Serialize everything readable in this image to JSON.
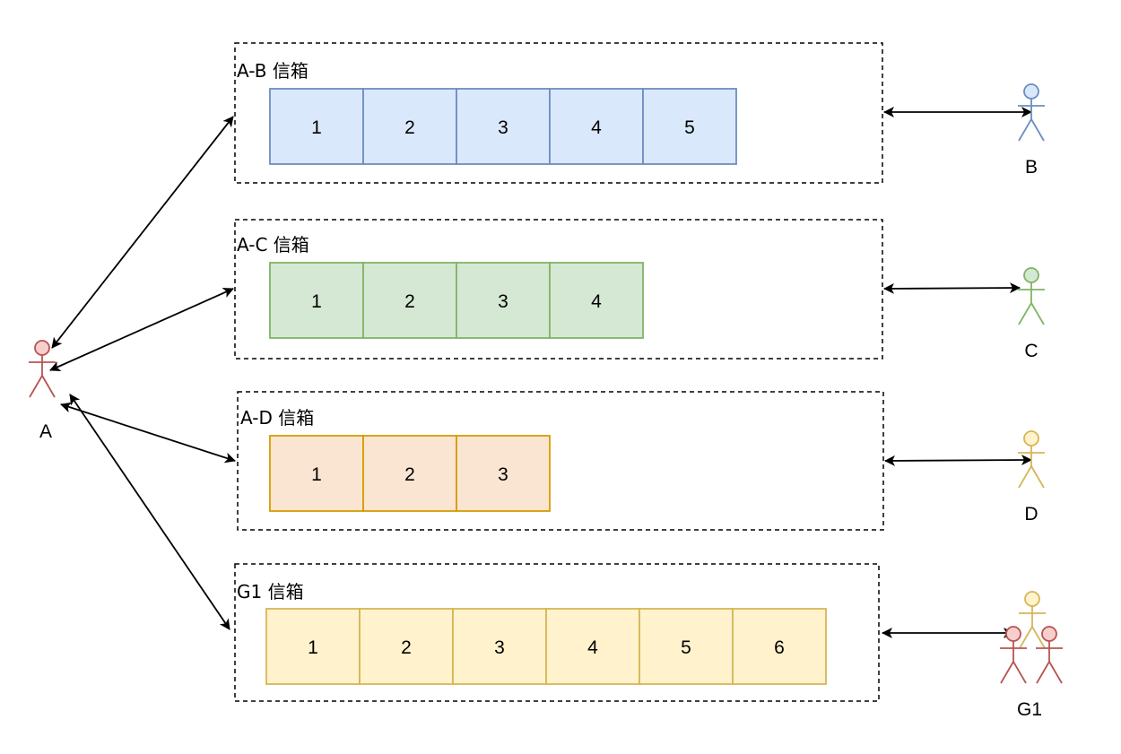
{
  "sender": {
    "label": "A",
    "color": "#b85450",
    "fill": "#f8cecc"
  },
  "mailboxes": [
    {
      "key": "ab",
      "title": "A-B 信箱",
      "cells": [
        "1",
        "2",
        "3",
        "4",
        "5"
      ],
      "fill": "#dae8fc",
      "stroke": "#6c8ebf",
      "receiver": {
        "label": "B",
        "color": "#6c8ebf",
        "fill": "#dae8fc"
      }
    },
    {
      "key": "ac",
      "title": "A-C 信箱",
      "cells": [
        "1",
        "2",
        "3",
        "4"
      ],
      "fill": "#d5e8d4",
      "stroke": "#82b366",
      "receiver": {
        "label": "C",
        "color": "#82b366",
        "fill": "#d5e8d4"
      }
    },
    {
      "key": "ad",
      "title": "A-D 信箱",
      "cells": [
        "1",
        "2",
        "3"
      ],
      "fill": "#fae5d3",
      "stroke": "#d79b00",
      "receiver": {
        "label": "D",
        "color": "#d6b656",
        "fill": "#fff2cc"
      }
    },
    {
      "key": "g1",
      "title": "G1 信箱",
      "cells": [
        "1",
        "2",
        "3",
        "4",
        "5",
        "6"
      ],
      "fill": "#fff2cc",
      "stroke": "#d6b656",
      "receiver": {
        "label": "G1",
        "group": true,
        "members": [
          {
            "color": "#d6b656",
            "fill": "#fff2cc"
          },
          {
            "color": "#b85450",
            "fill": "#f8cecc"
          },
          {
            "color": "#b85450",
            "fill": "#f8cecc"
          }
        ]
      }
    }
  ]
}
